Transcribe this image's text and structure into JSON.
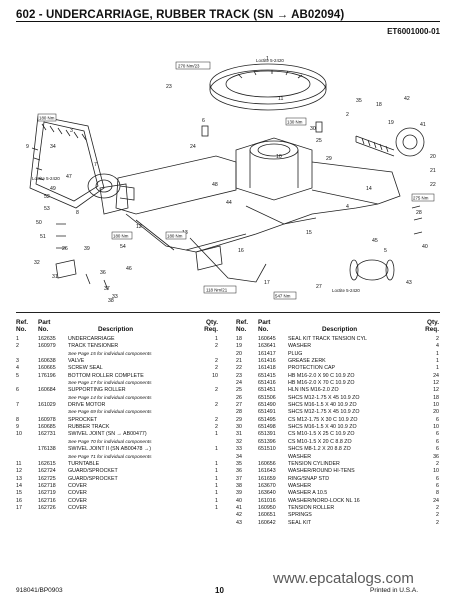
{
  "header": {
    "title": "602 - UNDERCARRIAGE, RUBBER TRACK (SN → AB02094)",
    "doc_number": "ET6001000-01"
  },
  "diagram": {
    "callouts": [
      "1",
      "2",
      "3",
      "4",
      "5",
      "6",
      "7",
      "8",
      "9",
      "10",
      "11",
      "12",
      "13",
      "14",
      "15",
      "16",
      "17",
      "18",
      "19",
      "20",
      "21",
      "22",
      "23",
      "24",
      "25",
      "26",
      "27",
      "28",
      "29",
      "30",
      "31",
      "32",
      "33",
      "34",
      "35",
      "36",
      "37",
      "38",
      "39",
      "40",
      "41",
      "42",
      "43",
      "44",
      "45",
      "46",
      "47",
      "48",
      "49",
      "50",
      "51",
      "52",
      "53",
      "54"
    ],
    "torque_labels": [
      "270 Nm/23",
      "180 Nm",
      "130 Nm",
      "180 Nm",
      "275 Nm",
      "180 Nm",
      "118 Nm/21",
      "547 Nm"
    ],
    "loctite_labels": [
      "Loctite 5-2420",
      "Loctite 5-2420",
      "Loctite 5-2420"
    ]
  },
  "table_headers": {
    "ref": "Ref.",
    "no": "No.",
    "part": "Part",
    "part_no": "No.",
    "description": "Description",
    "qty": "Qty.",
    "req": "Req."
  },
  "parts_left": [
    {
      "ref": "1",
      "part": "162635",
      "desc": "UNDERCARRIAGE",
      "qty": "1"
    },
    {
      "ref": "2",
      "part": "160979",
      "desc": "TRACK TENSIONER",
      "qty": "2"
    },
    {
      "ref": "",
      "part": "",
      "desc": "See Page 15 for individual components",
      "qty": "",
      "note": true
    },
    {
      "ref": "3",
      "part": "160638",
      "desc": "VALVE",
      "qty": "2"
    },
    {
      "ref": "4",
      "part": "160665",
      "desc": "SCREW SEAL",
      "qty": "2"
    },
    {
      "ref": "5",
      "part": "176196",
      "desc": "BOTTOM ROLLER COMPLETE",
      "qty": "10"
    },
    {
      "ref": "",
      "part": "",
      "desc": "See Page 17 for individual components",
      "qty": "",
      "note": true
    },
    {
      "ref": "6",
      "part": "160684",
      "desc": "SUPPORTING ROLLER",
      "qty": "2"
    },
    {
      "ref": "",
      "part": "",
      "desc": "See Page 14 for individual components",
      "qty": "",
      "note": true
    },
    {
      "ref": "7",
      "part": "161029",
      "desc": "DRIVE MOTOR",
      "qty": "2"
    },
    {
      "ref": "",
      "part": "",
      "desc": "See Page 69 for individual components",
      "qty": "",
      "note": true
    },
    {
      "ref": "8",
      "part": "160978",
      "desc": "SPROCKET",
      "qty": "2"
    },
    {
      "ref": "9",
      "part": "160685",
      "desc": "RUBBER TRACK",
      "qty": "2"
    },
    {
      "ref": "10",
      "part": "162731",
      "desc": "SWIVEL JOINT (SN → AB00477)",
      "qty": "1"
    },
    {
      "ref": "",
      "part": "",
      "desc": "See Page 70 for individual components",
      "qty": "",
      "note": true
    },
    {
      "ref": "",
      "part": "176138",
      "desc": "SWIVEL JOINT II (SN AB00478 →)",
      "qty": "1"
    },
    {
      "ref": "",
      "part": "",
      "desc": "See Page 71 for individual components",
      "qty": "",
      "note": true
    },
    {
      "ref": "11",
      "part": "162615",
      "desc": "TURNTABLE",
      "qty": "1"
    },
    {
      "ref": "12",
      "part": "162724",
      "desc": "GUARD/SPROCKET",
      "qty": "1"
    },
    {
      "ref": "13",
      "part": "162725",
      "desc": "GUARD/SPROCKET",
      "qty": "1"
    },
    {
      "ref": "14",
      "part": "162718",
      "desc": "COVER",
      "qty": "1"
    },
    {
      "ref": "15",
      "part": "162719",
      "desc": "COVER",
      "qty": "1"
    },
    {
      "ref": "16",
      "part": "162716",
      "desc": "COVER",
      "qty": "1"
    },
    {
      "ref": "17",
      "part": "162726",
      "desc": "COVER",
      "qty": "1"
    }
  ],
  "parts_right": [
    {
      "ref": "18",
      "part": "160645",
      "desc": "SEAL KIT TRACK TENSION CYL",
      "qty": "2"
    },
    {
      "ref": "19",
      "part": "163641",
      "desc": "WASHER",
      "qty": "4"
    },
    {
      "ref": "20",
      "part": "161417",
      "desc": "PLUG",
      "qty": "1"
    },
    {
      "ref": "21",
      "part": "161416",
      "desc": "GREASE ZERK",
      "qty": "1"
    },
    {
      "ref": "22",
      "part": "161418",
      "desc": "PROTECTION CAP",
      "qty": "1"
    },
    {
      "ref": "23",
      "part": "651415",
      "desc": "HB M16-2.0 X 90 C 10.9 ZO",
      "qty": "24"
    },
    {
      "ref": "24",
      "part": "651416",
      "desc": "HB M16-2.0 X 70 C 10.9 ZO",
      "qty": "12"
    },
    {
      "ref": "25",
      "part": "651451",
      "desc": "HLN INS M16-2.0 ZO",
      "qty": "12"
    },
    {
      "ref": "26",
      "part": "651506",
      "desc": "SHCS M12-1.75 X 45 10.9 ZO",
      "qty": "18"
    },
    {
      "ref": "27",
      "part": "651490",
      "desc": "SHCS M16-1.5 X 40 10.9 ZO",
      "qty": "10"
    },
    {
      "ref": "28",
      "part": "651491",
      "desc": "SHCS M12-1.75 X 45 10.9 ZO",
      "qty": "20"
    },
    {
      "ref": "29",
      "part": "651495",
      "desc": "CS M12-1.75 X 30 C 10.9 ZO",
      "qty": "6"
    },
    {
      "ref": "30",
      "part": "651498",
      "desc": "SHCS M16-1.5 X 40 10.9 ZO",
      "qty": "10"
    },
    {
      "ref": "31",
      "part": "651391",
      "desc": "CS M10-1.5 X 25 C 10.9 ZO",
      "qty": "6"
    },
    {
      "ref": "32",
      "part": "651396",
      "desc": "CS M10-1.5 X 20 C 8.8 ZO",
      "qty": "6"
    },
    {
      "ref": "33",
      "part": "651510",
      "desc": "SHCS M8-1.2 X 20 8.8 ZO",
      "qty": "6"
    },
    {
      "ref": "34",
      "part": "",
      "desc": "WASHER",
      "qty": "36"
    },
    {
      "ref": "35",
      "part": "160656",
      "desc": "TENSION CYLINDER",
      "qty": "2"
    },
    {
      "ref": "36",
      "part": "161643",
      "desc": "WASHER/ROUND HI-TENS",
      "qty": "10"
    },
    {
      "ref": "37",
      "part": "161659",
      "desc": "RING/SNAP STD",
      "qty": "6"
    },
    {
      "ref": "38",
      "part": "163670",
      "desc": "WASHER",
      "qty": "6"
    },
    {
      "ref": "39",
      "part": "163640",
      "desc": "WASHER A 10.5",
      "qty": "8"
    },
    {
      "ref": "40",
      "part": "161016",
      "desc": "WASHER/NORD-LOCK NL 16",
      "qty": "24"
    },
    {
      "ref": "41",
      "part": "160950",
      "desc": "TENSION ROLLER",
      "qty": "2"
    },
    {
      "ref": "42",
      "part": "160651",
      "desc": "SPRINGS",
      "qty": "2"
    },
    {
      "ref": "43",
      "part": "160642",
      "desc": "SEAL KIT",
      "qty": "2"
    }
  ],
  "footer": {
    "doc_id": "918041/BP0903",
    "page_number": "10",
    "printed": "Printed in U.S.A."
  },
  "watermark": "www.epcatalogs.com"
}
